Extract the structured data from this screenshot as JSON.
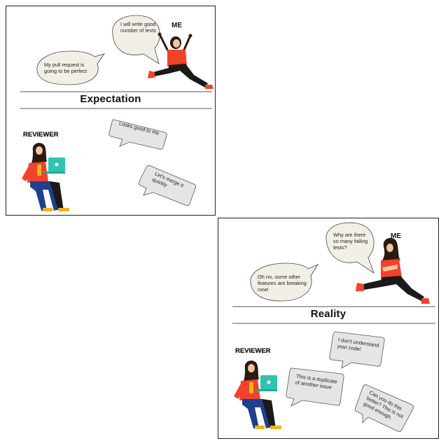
{
  "panels": [
    {
      "heading": "Expectation",
      "me_label": "ME",
      "reviewer_label": "REVIEWER",
      "me_bubbles": [
        "I will write good number of tests",
        "My pull request is going to be perfect"
      ],
      "reviewer_bubbles": [
        "Looks good to me",
        "Let's merge it quickly"
      ]
    },
    {
      "heading": "Reality",
      "me_label": "ME",
      "reviewer_label": "REVIEWER",
      "me_bubbles": [
        "Why are there so many failing tests?",
        "Oh no, some other features are breaking now!"
      ],
      "reviewer_bubbles": [
        "I don't understand your code!",
        "This is a duplicate of another issue",
        "Can you do this better? This is not good enough."
      ]
    }
  ],
  "colors": {
    "shirt": "#f0432a",
    "pants": "#1a1a1a",
    "jeans": "#1f3f8f",
    "laptop": "#2fc4b2",
    "shoes": "#f0b21c",
    "bubble_me": "#f1efe6",
    "bubble_reviewer": "#e7e5e3"
  }
}
